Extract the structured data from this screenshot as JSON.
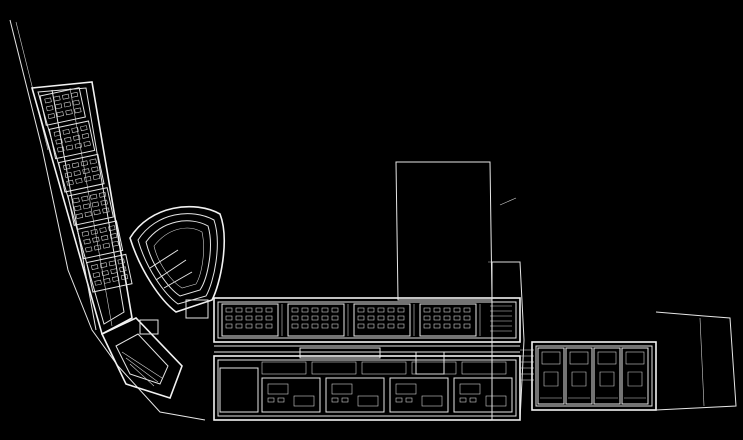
{
  "drawing": {
    "background_color": "#000000",
    "line_color": "#e6e6e6",
    "wings": [
      {
        "id": "west-wing",
        "classroom_rows": 6
      },
      {
        "id": "north-wing",
        "classrooms": 4
      },
      {
        "id": "south-wing",
        "rooms": 4
      },
      {
        "id": "east-wing",
        "units": 4
      }
    ]
  }
}
